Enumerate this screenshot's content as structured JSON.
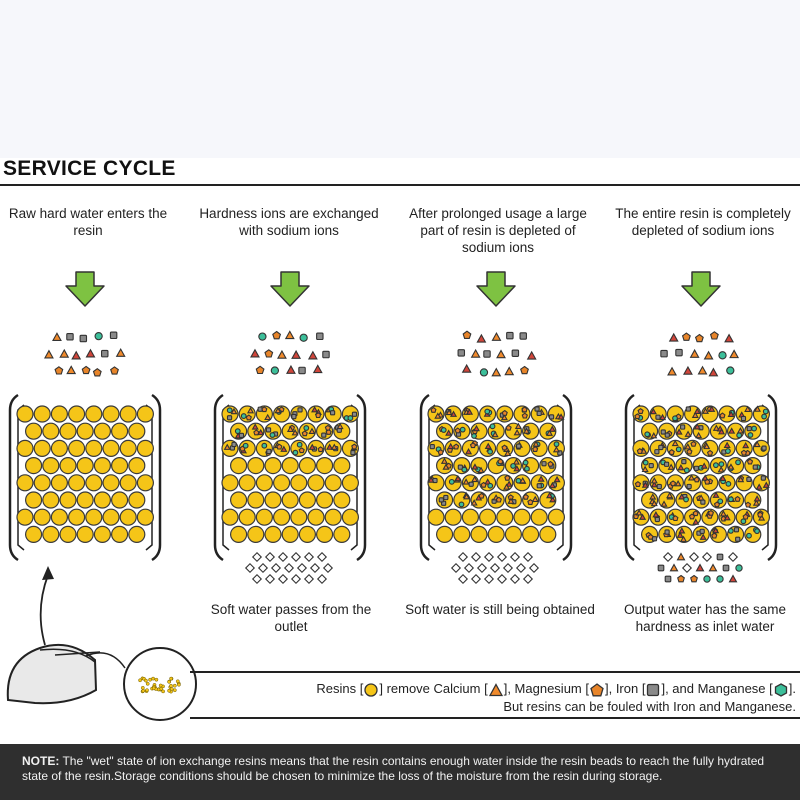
{
  "title": "SERVICE CYCLE",
  "steps": [
    {
      "top": "Raw hard water enters the resin",
      "bottom": ""
    },
    {
      "top": "Hardness ions are exchanged with sodium ions",
      "bottom": "Soft water passes from the outlet"
    },
    {
      "top": "After prolonged usage a large part of resin is depleted of sodium ions",
      "bottom": "Soft water is still being obtained"
    },
    {
      "top": "The entire resin is completely depleted of sodium ions",
      "bottom": "Output water has the same hardness as inlet water"
    }
  ],
  "legend": {
    "resins": "Resins [",
    "remove_calcium": "] remove Calcium [",
    "magnesium": "], Magnesium [",
    "iron": "], Iron [",
    "manganese": "], and Manganese [",
    "end": "].",
    "line2": "But resins can be fouled with Iron and Manganese."
  },
  "note": {
    "label": "NOTE:",
    "text": " The \"wet\" state of ion exchange resins means that the resin contains enough water inside the resin beads to reach the fully hydrated state of the resin.Storage conditions should be chosen to minimize the loss of the moisture from the resin during storage."
  },
  "colors": {
    "resin": "#f5c518",
    "resin_outline": "#3a3a3a",
    "calcium": "#e8852a",
    "magnesium": "#e8852a",
    "iron": "#8a8a8a",
    "manganese": "#3cbf9a",
    "arrow": "#7ec242",
    "calcium_tri": "#f08a2c",
    "red_ion": "#d0453a"
  },
  "icons": {
    "arrow": "down-arrow-icon",
    "ion_triangle": "calcium-triangle-icon",
    "ion_pentagon": "magnesium-pentagon-icon",
    "ion_square": "iron-square-icon",
    "ion_hexagon": "manganese-hexagon-icon",
    "sodium": "sodium-diamond-icon"
  }
}
